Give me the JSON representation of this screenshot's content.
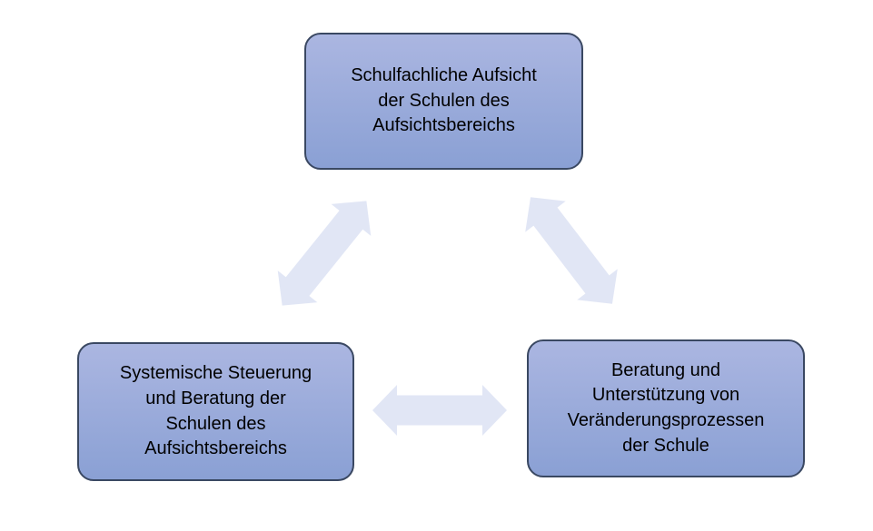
{
  "diagram": {
    "colors": {
      "canvas_bg": "#ffffff",
      "node_fill_top": "#abb6e1",
      "node_fill_bottom": "#8aa0d4",
      "node_border": "#3a4862",
      "node_text": "#000000",
      "arrow_fill_top": "#e1e6f5",
      "arrow_fill_bottom": "#c7d1ea"
    },
    "nodes": [
      {
        "id": "top",
        "label": "Schulfachliche Aufsicht\nder Schulen des\nAufsichtsbereichs"
      },
      {
        "id": "bottom_left",
        "label": "Systemische Steuerung\nund Beratung der\nSchulen des\nAufsichtsbereichs"
      },
      {
        "id": "bottom_right",
        "label": "Beratung und\nUnterstützung von\nVeränderungsprozessen\nder Schule"
      }
    ],
    "connectors": [
      {
        "id": "top_bottomleft",
        "type": "double-arrow"
      },
      {
        "id": "top_bottomright",
        "type": "double-arrow"
      },
      {
        "id": "bottomleft_bottomright",
        "type": "double-arrow"
      }
    ]
  }
}
